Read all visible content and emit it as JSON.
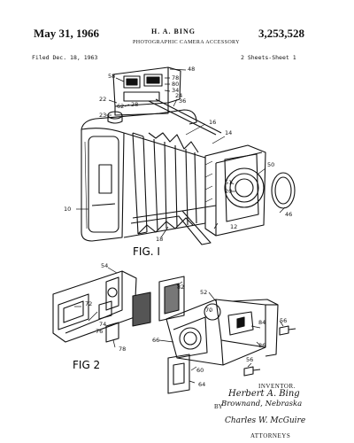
{
  "header": {
    "date": "May 31, 1966",
    "inventor_name": "H. A. BING",
    "patent_number": "3,253,528",
    "title": "PHOTOGRAPHIC CAMERA ACCESSORY",
    "filed": "Filed Dec. 18, 1963",
    "sheets": "2 Sheets-Sheet 1"
  },
  "figures": {
    "fig1_label": "FIG. I",
    "fig2_label": "FIG 2"
  },
  "fig1_refs": [
    "58",
    "48",
    "78",
    "80",
    "34",
    "22",
    "62",
    "28",
    "24",
    "36",
    "23",
    "16",
    "14",
    "10",
    "50",
    "51",
    "20",
    "46",
    "12",
    "18"
  ],
  "fig2_refs": [
    "54",
    "82",
    "52",
    "72",
    "74",
    "70",
    "76",
    "78",
    "84",
    "56",
    "86",
    "66",
    "60",
    "56",
    "64"
  ],
  "signature": {
    "inventor_caption": "INVENTOR.",
    "inventor_signature": "Herbert A. Bing",
    "by": "BY",
    "attorney_signature_1": "Brownand, Nebraska",
    "attorney_signature_2": "Charles W. McGuire",
    "attorneys_caption": "ATTORNEYS"
  }
}
